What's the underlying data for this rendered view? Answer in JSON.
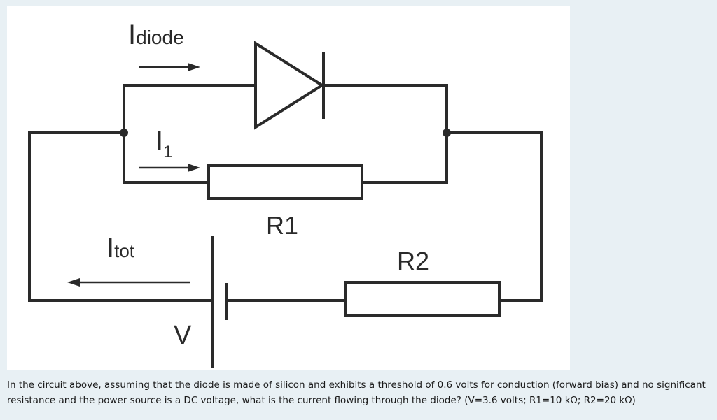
{
  "diagram": {
    "labels": {
      "i_diode": {
        "main": "I",
        "sub": "diode"
      },
      "i_1": {
        "main": "I",
        "sub": "1"
      },
      "i_tot": {
        "main": "I",
        "sub": "tot"
      },
      "r1": "R1",
      "r2": "R2",
      "v": "V"
    }
  },
  "question": "In the circuit above, assuming that the diode is made of silicon and exhibits a threshold of 0.6 volts for conduction (forward bias) and no significant resistance and the power source is a DC voltage, what is the current flowing through the diode? (V=3.6 volts; R1=10 kΩ; R2=20 kΩ)"
}
